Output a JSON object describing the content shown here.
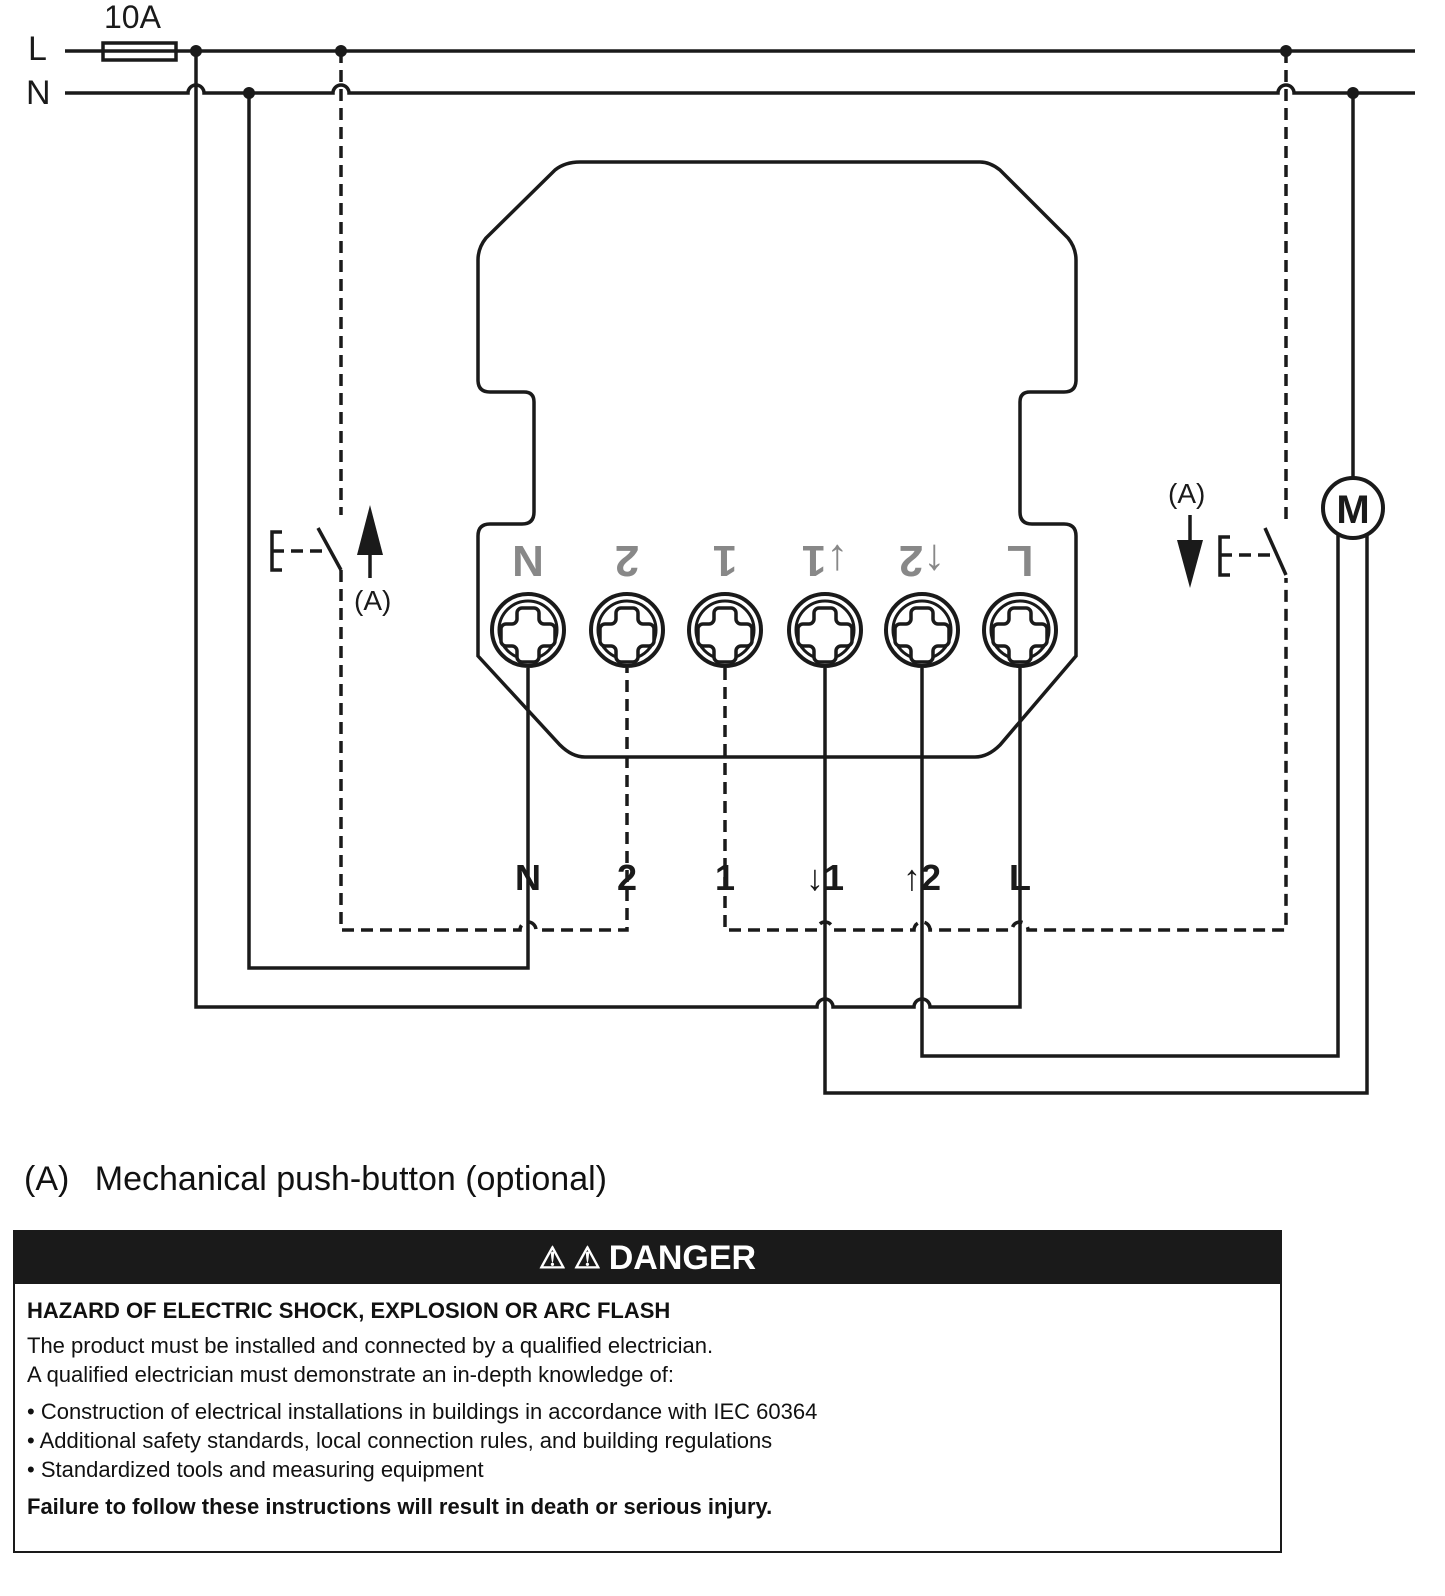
{
  "supply": {
    "line_label": "L",
    "neutral_label": "N",
    "fuse_rating": "10A"
  },
  "device": {
    "terminal_labels": [
      "N",
      "2",
      "1",
      "↓1",
      "↑2",
      "L"
    ]
  },
  "switch_label": "(A)",
  "motor_label": "M",
  "legend": {
    "key": "(A)",
    "text": "Mechanical push-button (optional)"
  },
  "danger": {
    "title": "DANGER",
    "heading": "HAZARD OF ELECTRIC SHOCK, EXPLOSION OR ARC FLASH",
    "intro": [
      "The product must be installed and connected by a qualified electrician.",
      "A qualified electrician must demonstrate an in-depth knowledge of:"
    ],
    "items": [
      "Construction of electrical installations in buildings in accordance with IEC 60364",
      "Additional safety standards, local connection rules, and building regulations",
      "Standardized tools and measuring equipment"
    ],
    "footer": "Failure to follow these instructions will result in death or serious injury."
  }
}
